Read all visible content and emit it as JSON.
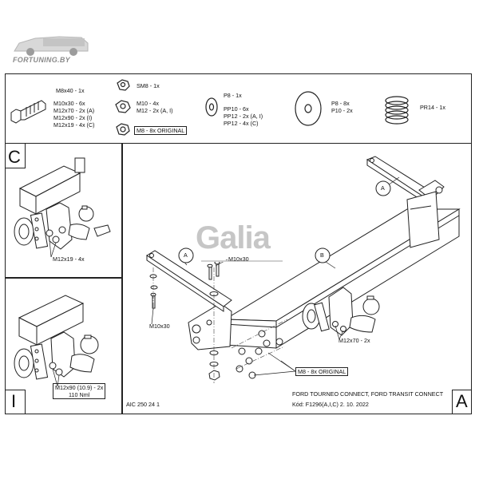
{
  "watermark": {
    "text": "FORTUNING.BY"
  },
  "parts": {
    "bolt": {
      "lines": [
        "M8x40 - 1x",
        "M10x30 - 6x",
        "M12x70 - 2x (A)",
        "M12x90 - 2x (I)",
        "M12x19 - 4x (C)"
      ]
    },
    "nuts": {
      "line1": "SM8 - 1x",
      "line2": [
        "M10 - 4x",
        "M12 - 2x (A, I)"
      ],
      "line3": "M8 - 8x ORIGINAL"
    },
    "washer_small": {
      "lines": [
        "P8 - 1x",
        "PP10 - 6x",
        "PP12 - 2x (A, I)",
        "PP12 - 4x (C)"
      ]
    },
    "washer_large": {
      "lines": [
        "P8 - 8x",
        "P10 - 2x"
      ]
    },
    "spring": {
      "label": "PR14 - 1x"
    }
  },
  "panel_c": {
    "letter": "C",
    "label": "M12x19 - 4x"
  },
  "panel_i": {
    "letter": "I",
    "label_line1": "M12x90 (10.9) - 2x",
    "label_line2": "110 Nml"
  },
  "main": {
    "brand": "Galia",
    "bracket_a_top": "A",
    "bracket_a_left": "A",
    "beam_b": "B",
    "bolt_m10x30_top": "M10x30",
    "bolt_m10x30_left": "M10x30",
    "bolt_m12x70": "M12x70 - 2x",
    "nuts_m8_original": "M8 - 8x ORIGINAL",
    "drawing_code": "AIC 250 24 1",
    "vehicle": "FORD TOURNEO CONNECT, FORD TRANSIT CONNECT",
    "code_line": "Kód: F1296(A,I,C)  2. 10. 2022",
    "corner_letter": "A"
  }
}
